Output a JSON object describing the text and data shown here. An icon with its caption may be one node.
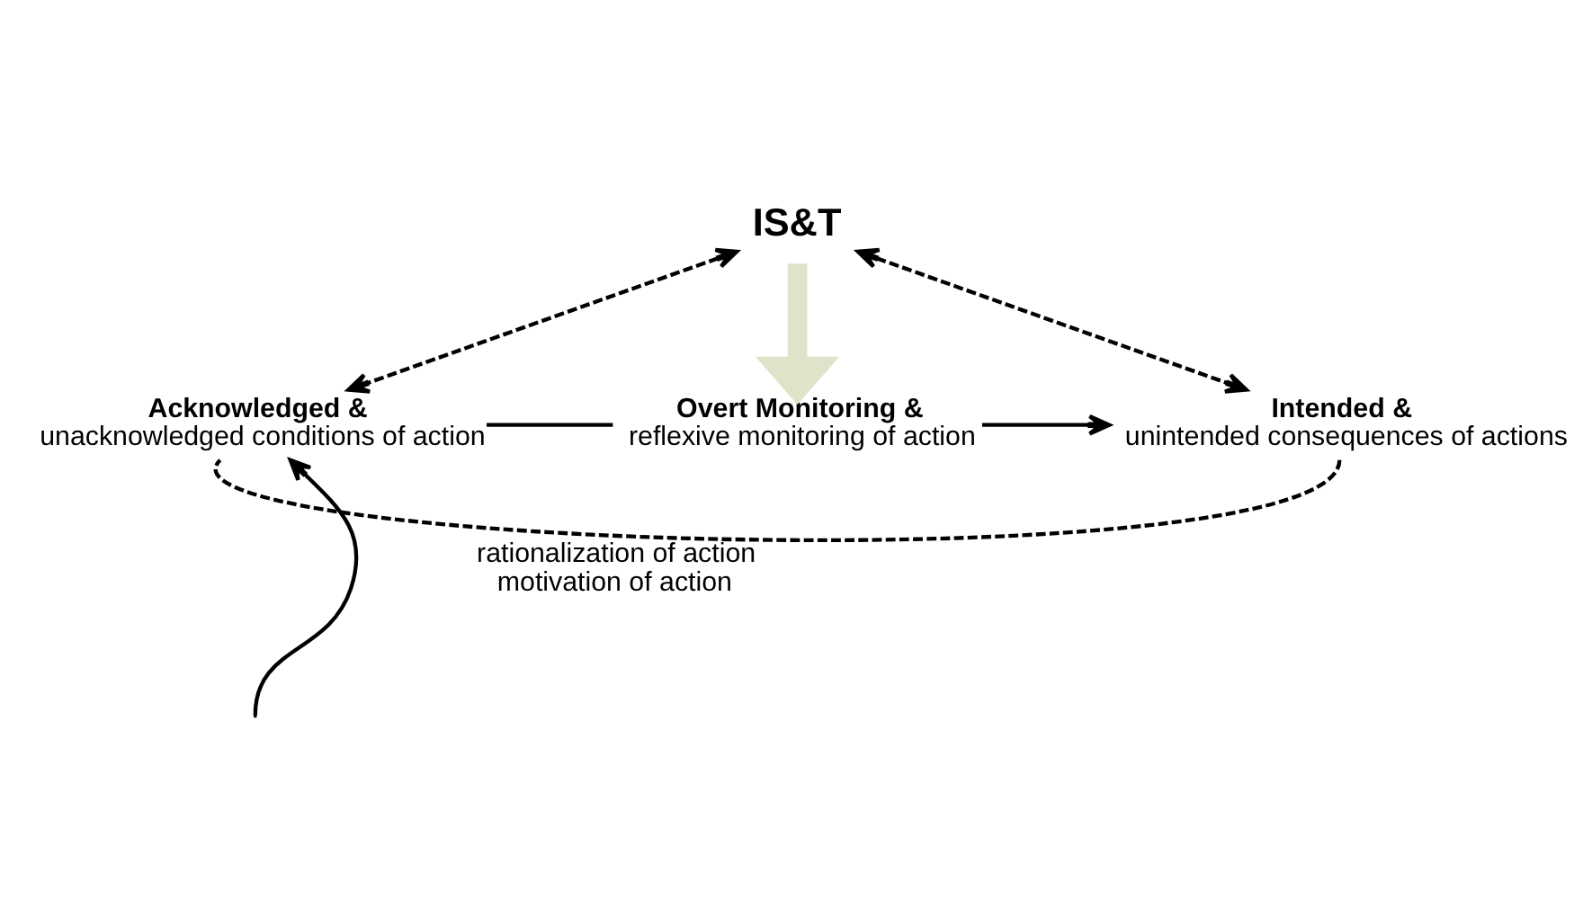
{
  "diagram": {
    "nodes": [
      {
        "text": [
          "IS&T"
        ]
      },
      {
        "text": [
          "Acknowledged &",
          "unacknowledged conditions of action"
        ]
      },
      {
        "text": [
          "Overt Monitoring &",
          "reflexive monitoring of action"
        ]
      },
      {
        "text": [
          "Intended &",
          "unintended consequences of actions"
        ]
      }
    ],
    "edges": [
      {
        "from": 0,
        "to": 1,
        "arrow": "both",
        "style": "dashed"
      },
      {
        "from": 0,
        "to": 3,
        "arrow": "both",
        "style": "dashed"
      },
      {
        "from": 0,
        "to": 2,
        "arrow": "to",
        "style": "thick",
        "color": "#dfe3c9"
      },
      {
        "from": 1,
        "to": 2,
        "arrow": "none"
      },
      {
        "from": 2,
        "to": 3,
        "arrow": "to"
      },
      {
        "from": 3,
        "to": 1,
        "arrow": "none",
        "style": "dashed",
        "label": "rationalization of action motivation of action"
      },
      {
        "from": null,
        "to": 1,
        "arrow": "to"
      }
    ]
  }
}
